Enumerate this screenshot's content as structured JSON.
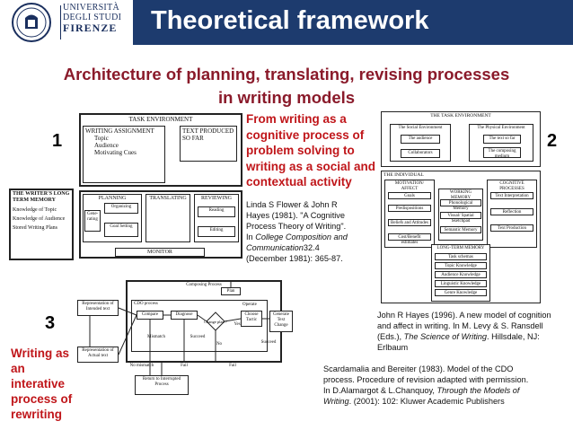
{
  "header": {
    "university_lines": [
      "UNIVERSITÀ",
      "DEGLI STUDI",
      "FIRENZE"
    ],
    "title": "Theoretical framework"
  },
  "subtitle": {
    "line1": "Architecture of planning, translating, revising processes",
    "line2": "in writing models"
  },
  "numbers": {
    "n1": "1",
    "n2": "2",
    "n3": "3"
  },
  "quote_lines": [
    "From writing as a",
    "cognitive process of",
    "problem solving to",
    "writing  as a social and",
    "contextual activity"
  ],
  "citation1": {
    "line1": "Linda S Flower & John R",
    "line2": "Hayes (1981). \"A Cognitive",
    "line3": "Process Theory of Writing\".",
    "line4_pre": "In ",
    "line4_em": "College Composition and",
    "line5_em": "Communication",
    "line5_post": "32.4",
    "line6": "(December 1981): 365-87."
  },
  "citation2": {
    "line1": "John R Hayes (1996). A new model of cognition",
    "line2": "and affect in writing. In M. Levy & S. Ransdell",
    "line3_pre": "(Eds.), ",
    "line3_em": "The Science of Writing",
    "line3_post": ". Hillsdale, NJ:",
    "line4": "Erlbaum"
  },
  "citation3": {
    "line1": "Scardamalia and Bereiter (1983). Model of the CDO",
    "line2": "process.  Procedure of revision adapted with permission.",
    "line3_pre": "In D.Alamargot & L.Chanquoy, ",
    "line3_em": "Through the Models of",
    "line4_em": "Writing",
    "line4_post": ". (2001): 102: Kluwer Academic Publishers"
  },
  "writing_label_lines": [
    "Writing as",
    "an",
    "interative",
    "process of",
    "rewriting"
  ],
  "diagram1": {
    "task_env": "TASK ENVIRONMENT",
    "writing_assignment": "WRITING ASSIGNMENT",
    "assignment_items": [
      "Topic",
      "Audience",
      "Motivating Cues"
    ],
    "text_produced": "TEXT PRODUCED SO FAR",
    "ltm": "THE WRITER'S LONG TERM MEMORY",
    "ltm_items": [
      "Knowledge of Topic",
      "Knowledge of Audience",
      "Stored Writing Plans"
    ],
    "planning": "PLANNING",
    "generating": "Gene-rating",
    "organizing": "Organizing",
    "goal_setting": "Goal Setting",
    "translating": "TRANSLATING",
    "reviewing": "REVIEWING",
    "reading": "Reading",
    "editing": "Editing",
    "monitor": "MONITOR"
  },
  "diagram2": {
    "task_env": "THE TASK ENVIRONMENT",
    "social_env": "The Social Environment",
    "audience": "The audience",
    "collaborators": "Collaborators",
    "physical_env": "The Physical Environment",
    "text_so_far": "The text so far",
    "composing_medium": "The composing medium",
    "individual": "THE INDIVIDUAL",
    "motivation": "MOTIVATION/ AFFECT",
    "motivation_items": [
      "Goals",
      "Predispositions",
      "Beliefs and Attitudes",
      "Cost/Benefit estimates"
    ],
    "working_memory": "WORKING MEMORY",
    "wm_items": [
      "Phonological Memory",
      "Visual/ Spatial Sketchpad",
      "Semantic Memory"
    ],
    "cognitive": "COGNITIVE PROCESSES",
    "cognitive_items": [
      "Text Interpretation",
      "Reflection",
      "Text Production"
    ],
    "ltm": "LONG-TERM MEMORY",
    "ltm_items": [
      "Task schemas",
      "Topic Knowledge",
      "Audience Knowledge",
      "Linguistic Knowledge",
      "Genre Knowledge"
    ]
  },
  "diagram3": {
    "composing_process": "Composing Process",
    "plan": "Plan",
    "intended": "Representation of Intended text",
    "actual": "Representation of Actual text",
    "cdo": "CDO process",
    "compare": "Compare",
    "diagnose": "Diagnose",
    "change_plan": "Change plan ?",
    "operate": "Operate",
    "choose_tactic": "Choose Tactic",
    "generate": "Generate Text Change",
    "mismatch": "Mismatch",
    "succeed": "Succeed",
    "no_mismatch": "No mismatch",
    "fail": "Fail",
    "yes": "Yes",
    "no": "No",
    "return": "Return to Interrupted Process"
  }
}
